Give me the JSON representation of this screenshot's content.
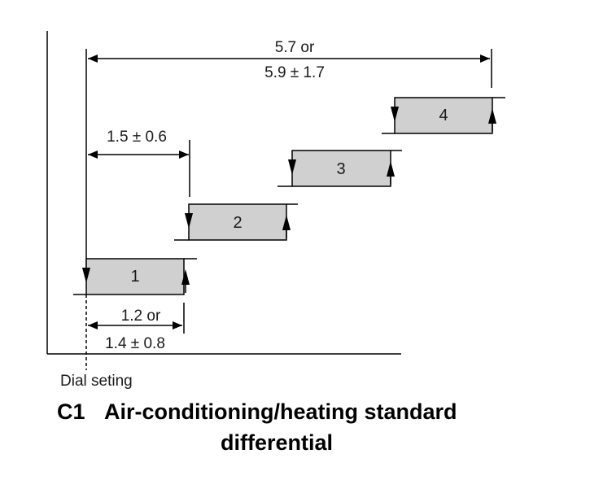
{
  "dimensions": {
    "overall_line1": "5.7 or",
    "overall_line2": "5.9 ± 1.7",
    "step_width": "1.5 ± 0.6",
    "diff_line1": "1.2 or",
    "diff_line2": "1.4 ± 0.8"
  },
  "steps": [
    {
      "label": "1"
    },
    {
      "label": "2"
    },
    {
      "label": "3"
    },
    {
      "label": "4"
    }
  ],
  "caption": {
    "dial_setting": "Dial seting",
    "title_code": "C1",
    "title_line1": "Air-conditioning/heating standard",
    "title_line2": "differential"
  },
  "colors": {
    "step_fill": "#d0d0d0",
    "line": "#000000"
  }
}
